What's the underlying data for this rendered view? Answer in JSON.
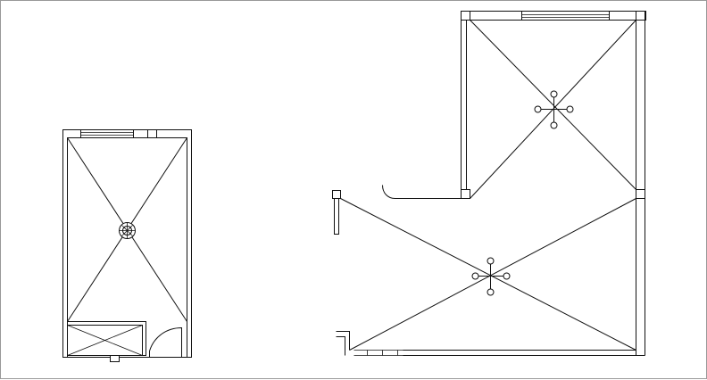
{
  "drawing": {
    "background": "#ffffff",
    "stroke": "#111111",
    "frame": "#999999",
    "plans": [
      {
        "name": "left-room",
        "elements": [
          "outer-wall",
          "inner-wall",
          "top-window",
          "diagonals",
          "ceiling-fixture",
          "bottom-cabinet",
          "door-swing",
          "bottom-tab"
        ]
      },
      {
        "name": "right-room",
        "elements": [
          "l-shaped-walls",
          "top-window",
          "diagonals",
          "two-ceiling-fixtures",
          "door-opening",
          "left-post",
          "bottom-openings"
        ]
      }
    ]
  }
}
